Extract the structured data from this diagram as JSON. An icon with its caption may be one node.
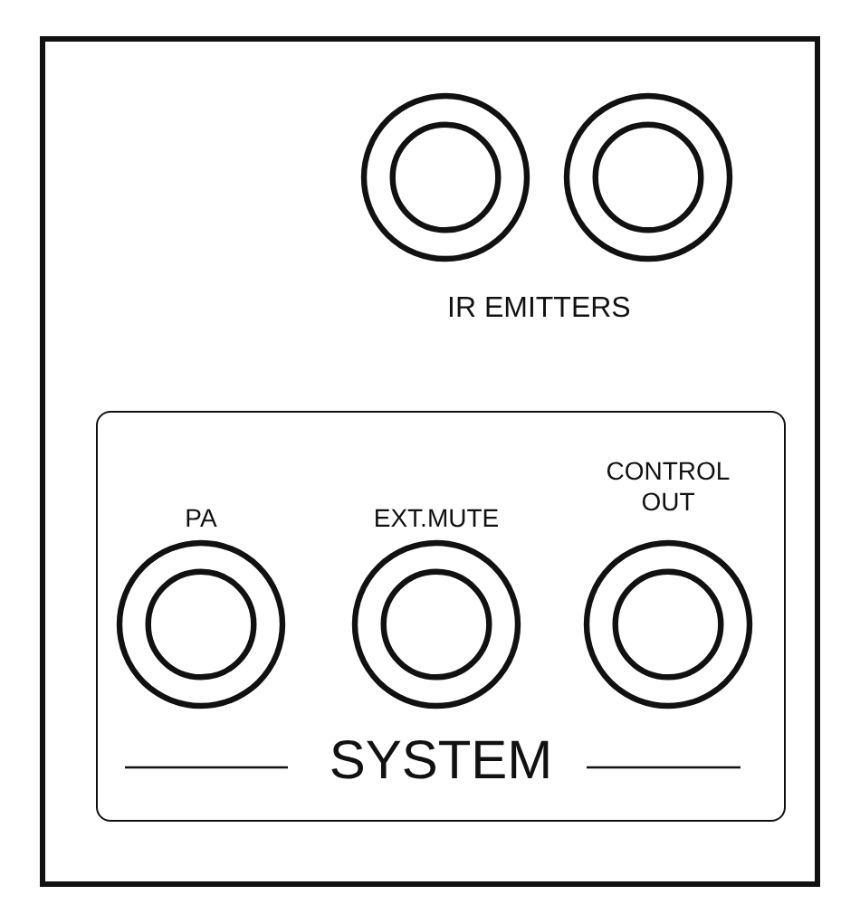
{
  "diagram": {
    "nodes": [
      {
        "text": [],
        "shape": "box"
      },
      {
        "text": [],
        "shape": "circle",
        "in": 0
      },
      {
        "text": [],
        "shape": "circle",
        "in": 0
      },
      {
        "text": [
          "SYSTEM"
        ],
        "in": 0
      },
      {
        "text": [
          "PA"
        ],
        "in": 3
      },
      {
        "text": [
          "EXT.MUTE"
        ],
        "in": 3
      },
      {
        "text": [
          "CONTROL OUT"
        ],
        "in": 3
      }
    ],
    "labels": [
      "IR EMITTERS"
    ]
  }
}
